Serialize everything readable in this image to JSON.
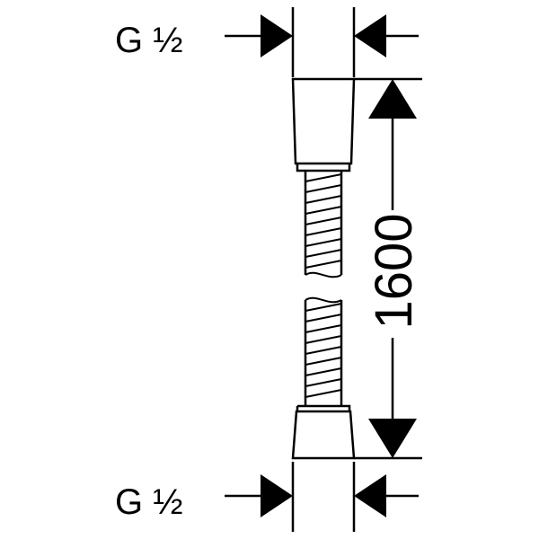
{
  "drawing": {
    "top_thread": "G ½",
    "bottom_thread": "G ½",
    "length_dimension": "1600"
  },
  "colors": {
    "stroke": "#000000",
    "background": "#ffffff"
  }
}
